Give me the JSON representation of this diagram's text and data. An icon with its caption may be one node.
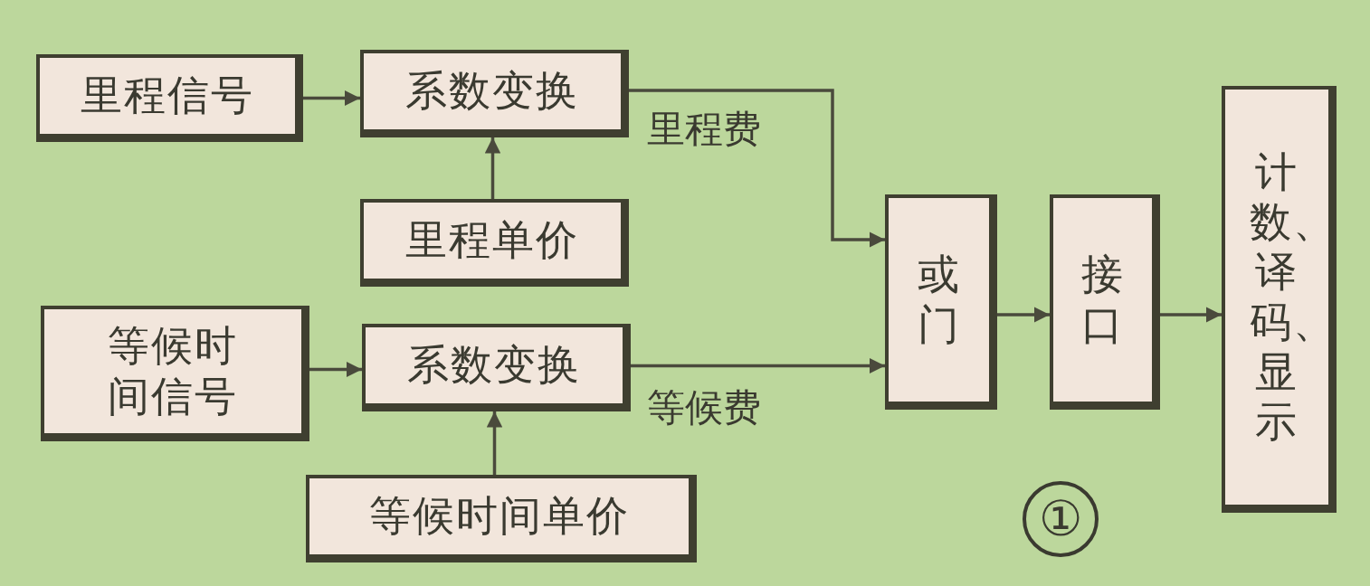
{
  "diagram": {
    "nodes": [
      {
        "text": [
          "里程信号"
        ]
      },
      {
        "text": [
          "系数变换"
        ]
      },
      {
        "text": [
          "里程单价"
        ]
      },
      {
        "text": [
          "等候时间信号"
        ]
      },
      {
        "text": [
          "系数变换"
        ]
      },
      {
        "text": [
          "等候时间单价"
        ]
      },
      {
        "text": [
          "或门"
        ]
      },
      {
        "text": [
          "接口"
        ]
      },
      {
        "text": [
          "计数、译码、显示"
        ]
      }
    ],
    "edges": [
      {
        "from": 0,
        "to": 1,
        "arrow": "to"
      },
      {
        "from": 2,
        "to": 1,
        "arrow": "to"
      },
      {
        "from": 1,
        "to": 6,
        "arrow": "to",
        "label": "里程费"
      },
      {
        "from": 3,
        "to": 4,
        "arrow": "to"
      },
      {
        "from": 5,
        "to": 4,
        "arrow": "to"
      },
      {
        "from": 4,
        "to": 6,
        "arrow": "to",
        "label": "等候费"
      },
      {
        "from": 6,
        "to": 7,
        "arrow": "to"
      },
      {
        "from": 7,
        "to": 8,
        "arrow": "to"
      }
    ],
    "labels": [
      "①"
    ]
  }
}
